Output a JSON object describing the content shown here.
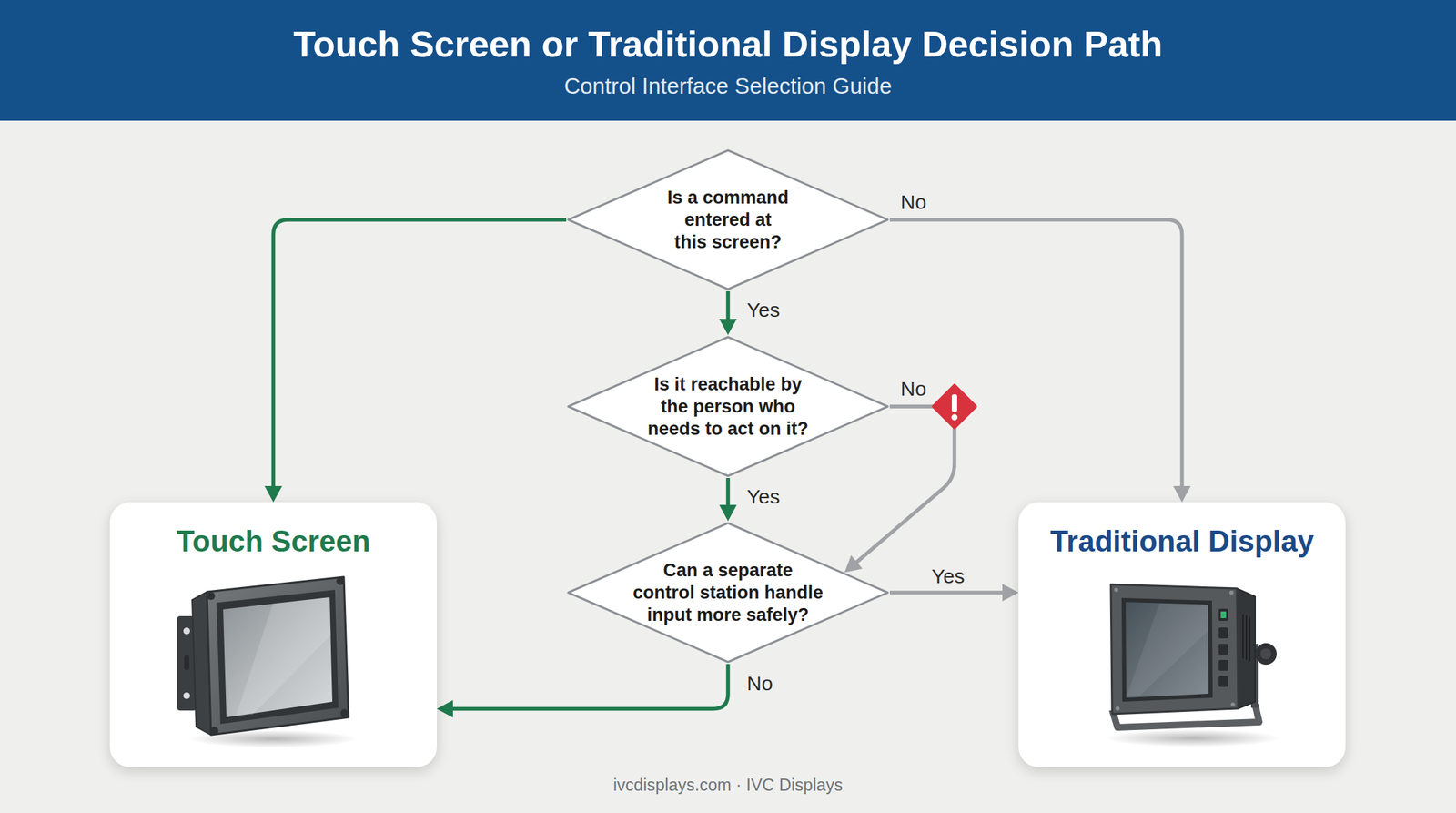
{
  "diagram": {
    "title": "Touch Screen or Traditional Display Decision Path",
    "nodes": [
      {
        "text": [
          "Is a command entered at this screen?"
        ]
      },
      {
        "text": [
          "Is it reachable by the person who needs to act on it?"
        ]
      },
      {
        "text": [
          "Can a separate control station handle input more safely?"
        ]
      },
      {
        "text": [
          "Touch Screen"
        ]
      },
      {
        "text": [
          "Traditional Display"
        ]
      }
    ],
    "edges": [
      {
        "from": 0,
        "to": 3,
        "arrow": "to"
      },
      {
        "from": 0,
        "to": 4,
        "label": "No",
        "arrow": "to"
      },
      {
        "from": 0,
        "to": 1,
        "label": "Yes",
        "arrow": "to"
      },
      {
        "from": 1,
        "to": 2,
        "label": "No",
        "arrow": "to"
      },
      {
        "from": 1,
        "to": 2,
        "label": "Yes",
        "arrow": "to"
      },
      {
        "from": 2,
        "to": 4,
        "label": "Yes",
        "arrow": "to"
      },
      {
        "from": 2,
        "to": 3,
        "label": "No",
        "arrow": "to"
      }
    ],
    "labels": [
      "Control Interface Selection Guide",
      "ivcdisplays.com · IVC Displays"
    ]
  }
}
